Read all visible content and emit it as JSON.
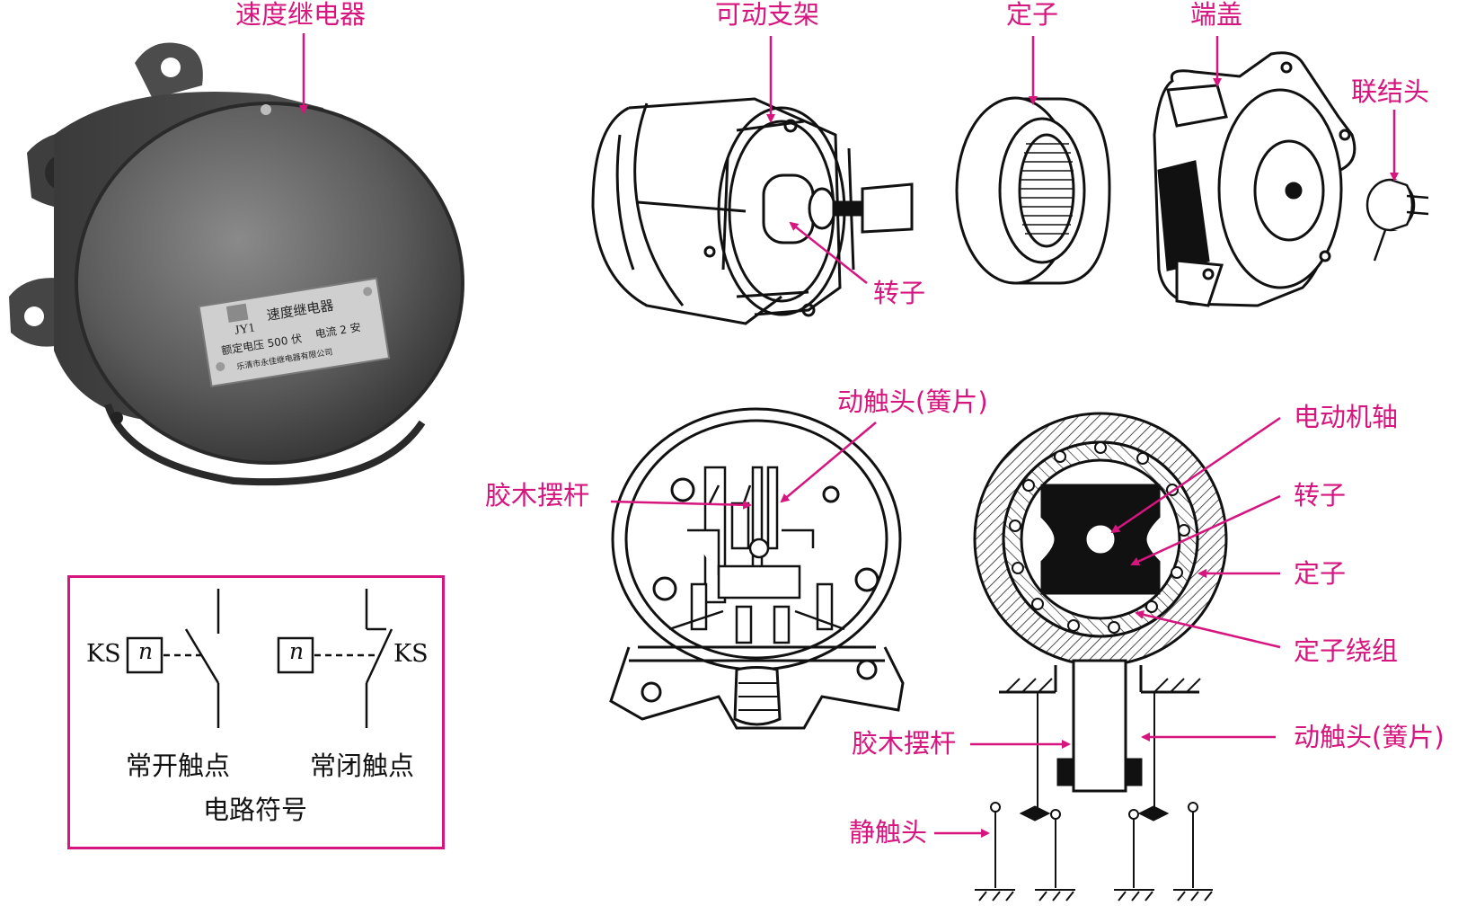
{
  "labels": {
    "speed_relay": "速度继电器",
    "movable_bracket": "可动支架",
    "stator_top": "定子",
    "end_cover": "端盖",
    "coupling_head": "联结头",
    "rotor_top": "转子",
    "moving_contact_top": "动触头(簧片)",
    "bakelite_lever_left": "胶木摆杆",
    "motor_shaft": "电动机轴",
    "rotor_right": "转子",
    "stator_right": "定子",
    "stator_winding": "定子绕组",
    "bakelite_lever_bottom": "胶木摆杆",
    "moving_contact_bottom": "动触头(簧片)",
    "static_contact": "静触头"
  },
  "nameplate": {
    "model": "JY1",
    "title": "速度继电器",
    "rated_voltage": "额定电压 500 伏",
    "current": "电流 2 安",
    "maker": "乐清市永佳继电器有限公司"
  },
  "symbols": {
    "ks_left": "KS",
    "ks_right": "KS",
    "n_left": "n",
    "n_right": "n",
    "no_contact": "常开触点",
    "nc_contact": "常闭触点",
    "caption": "电路符号"
  },
  "colors": {
    "accent": "#d6157f",
    "ink": "#111111",
    "body": "#5e5e5e"
  }
}
